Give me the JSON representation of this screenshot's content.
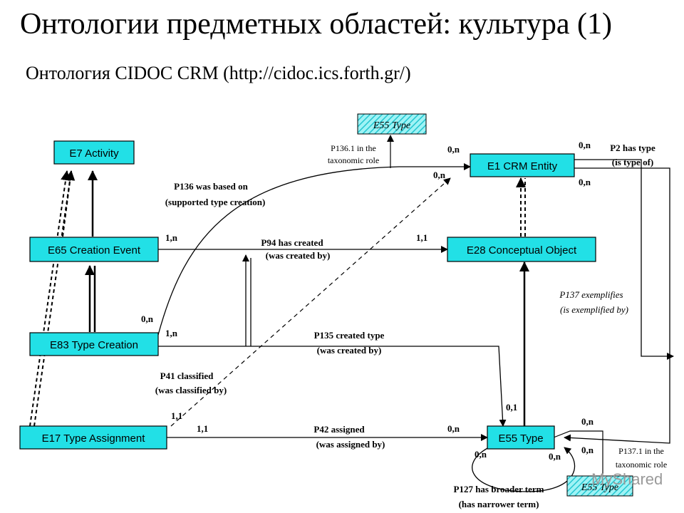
{
  "title": "Онтологии предметных областей: культура (1)",
  "subtitle": "Онтология CIDOC CRM (http://cidoc.ics.forth.gr/)",
  "colors": {
    "box_fill": "#22e0e6",
    "hatch_fill": "#9ff3f5",
    "line": "#000000"
  },
  "boxes": {
    "e7": "E7 Activity",
    "e1": "E1 CRM Entity",
    "e65": "E65 Creation Event",
    "e28": "E28 Conceptual Object",
    "e83": "E83 Type Creation",
    "e17": "E17 Type Assignment",
    "e55": "E55 Type",
    "e55_top": "E55 Type",
    "e55_bottom": "E55 Type"
  },
  "labels": {
    "p136_1_a": "P136.1 in the",
    "p136_1_b": "taxonomic role",
    "p136_a": "P136 was based on",
    "p136_b": "(supported type    creation)",
    "p94_a": "P94 has created",
    "p94_b": "(was created by)",
    "p135_a": "P135 created type",
    "p135_b": "(was created by)",
    "p41_a": "P41 classified",
    "p41_b": "(was classified   by)",
    "p42_a": "P42 assigned",
    "p42_b": "(was assigned by)",
    "p2_a": "P2 has type",
    "p2_b": "(is type of)",
    "p137_a": "P137 exemplifies",
    "p137_b": "(is exemplified by)",
    "p137_1_a": "P137.1 in the",
    "p137_1_b": "taxonomic role",
    "p127_a": "P127 has broader term",
    "p127_b": "(has narrower term)"
  },
  "cardinalities": {
    "e1_top": "0,n",
    "e1_mid": "0,n",
    "p2_from": "0,n",
    "p2_to": "0,n",
    "e65_out": "1,n",
    "e28_in": "1,1",
    "e83_0n": "0,n",
    "e83_1n": "1,n",
    "e17_11a": "1,1",
    "e17_11b": "1,1",
    "e55_in_p42": "0,n",
    "e55_01": "0,1",
    "e55_right_top": "0,n",
    "e55_right_bottom": "0,n",
    "e55_loop_left": "0,n",
    "e55_loop_right": "0,n"
  },
  "watermark": "MyShared"
}
